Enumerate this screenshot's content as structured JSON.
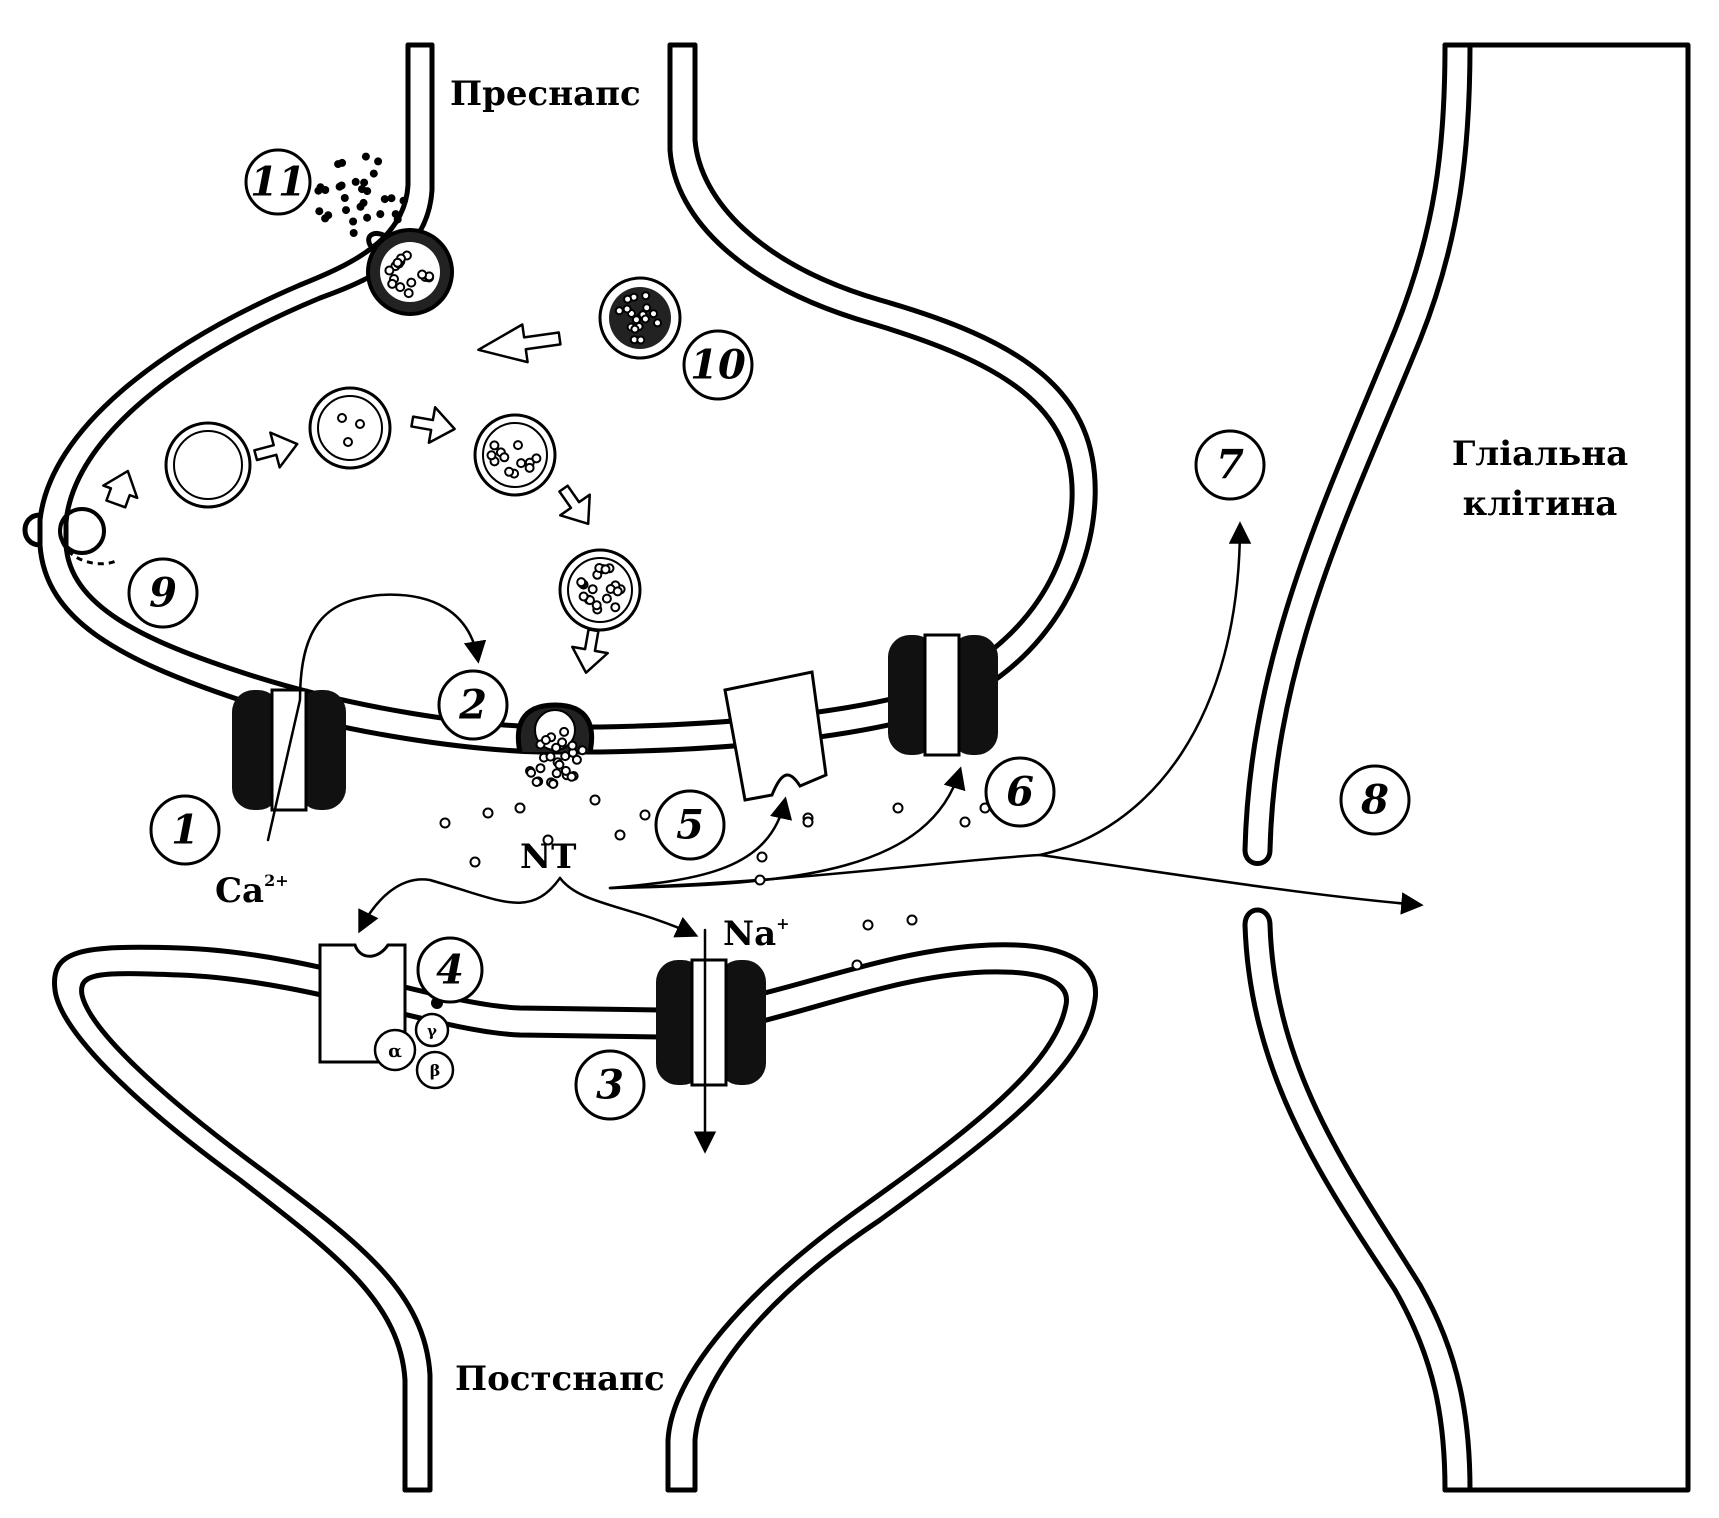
{
  "diagram": {
    "labels": {
      "presynapse": "Преснапс",
      "postsynapse": "Постснапс",
      "glial_line1": "Гліальна",
      "glial_line2": "клітина",
      "calcium": "Ca",
      "calcium_sup": "2+",
      "neurotransmitter": "NT",
      "sodium": "Na",
      "sodium_sup": "+",
      "g_alpha": "α",
      "g_beta": "β",
      "g_gamma": "γ"
    },
    "badges": [
      "1",
      "2",
      "3",
      "4",
      "5",
      "6",
      "7",
      "8",
      "9",
      "10",
      "11"
    ]
  }
}
